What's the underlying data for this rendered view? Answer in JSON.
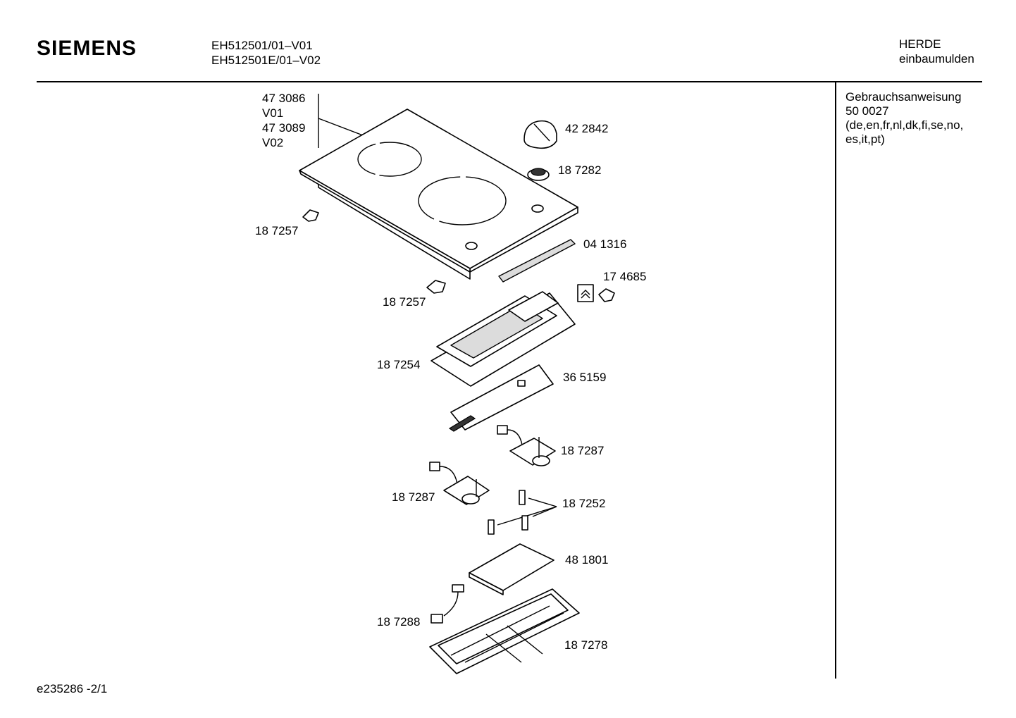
{
  "header": {
    "brand": "SIEMENS",
    "model_1": "EH512501/01–V01",
    "model_2": "EH512501E/01–V02",
    "category_1": "HERDE",
    "category_2": "einbaumulden"
  },
  "sidebar": {
    "line_1": "Gebrauchsanweisung",
    "line_2": "50 0027",
    "line_3": "(de,en,fr,nl,dk,fi,se,no,",
    "line_4": "es,it,pt)"
  },
  "parts": {
    "hob_1": "47 3086",
    "hob_v1": "V01",
    "hob_2": "47 3089",
    "hob_v2": "V02",
    "knob": "42 2842",
    "knob_ring": "18 7282",
    "clip_top": "18 7257",
    "seal_strip": "04 1316",
    "switch": "17 4685",
    "clip_mid": "18 7257",
    "housing": "18 7254",
    "pcb": "36 5159",
    "regulator_right": "18 7287",
    "regulator_left": "18 7287",
    "spacers": "18 7252",
    "board": "48 1801",
    "cable": "18 7288",
    "base_cover": "18 7278"
  },
  "footer": {
    "code": "e235286 -2/1"
  }
}
